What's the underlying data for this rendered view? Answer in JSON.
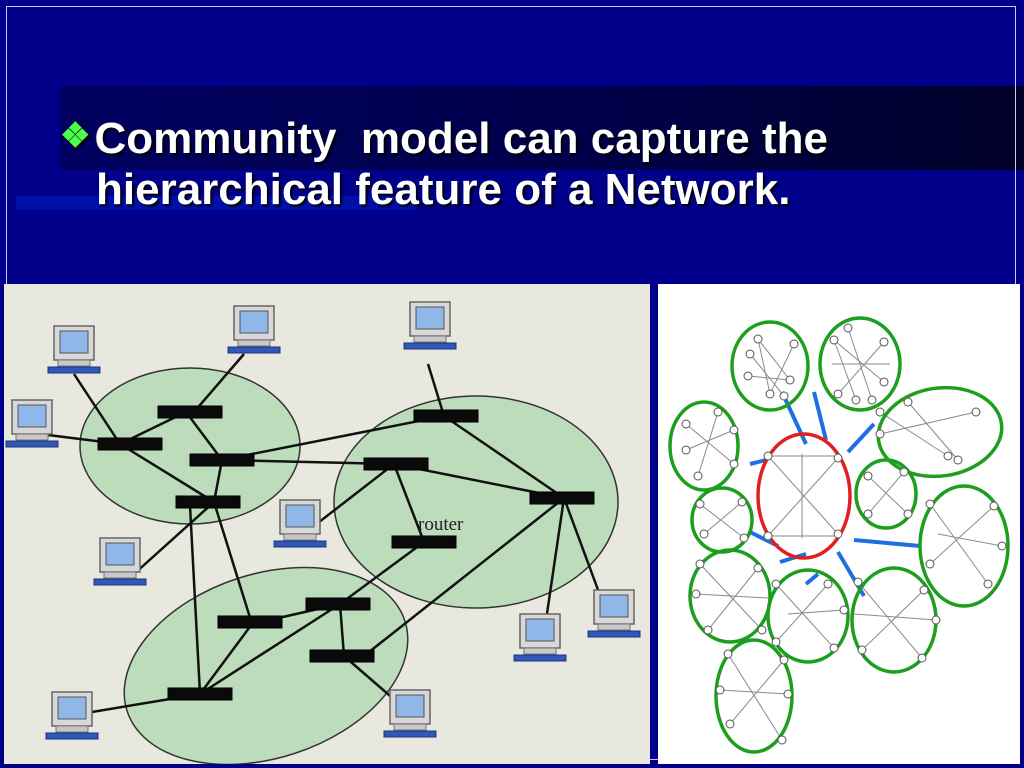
{
  "slide": {
    "bullet_icon": "❖",
    "title_line1": "Community  model can capture the",
    "title_line2": "hierarchical feature of a Network."
  },
  "left_diagram": {
    "router_label": "router"
  },
  "colors": {
    "background": "#00008b",
    "community_fill": "#bcdcbc",
    "community_ring": "#1e9e1e",
    "core_ring": "#e02020",
    "link_blue": "#1f6fe0",
    "bullet": "#4cff4c"
  }
}
